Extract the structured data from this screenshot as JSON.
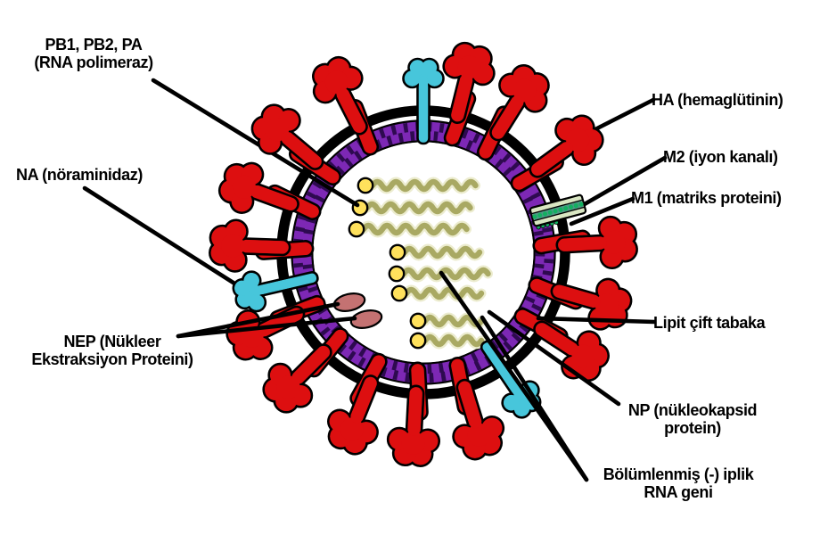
{
  "diagram": {
    "type": "labeled-diagram",
    "labels": {
      "polymerase": [
        "PB1, PB2, PA",
        "(RNA polimeraz)"
      ],
      "na": [
        "NA (nöraminidaz)"
      ],
      "nep": [
        "NEP (Nükleer",
        "Ekstraksiyon Proteini)"
      ],
      "ha": [
        "HA (hemaglütinin)"
      ],
      "m2": [
        "M2 (iyon kanalı)"
      ],
      "m1": [
        "M1 (matriks proteini)"
      ],
      "lipid": [
        "Lipit çift tabaka"
      ],
      "np": [
        "NP (nükleokapsid",
        "protein)"
      ],
      "rna": [
        "Bölümlenmiş (-) iplik",
        "RNA geni"
      ]
    },
    "colors": {
      "background": "#FFFFFF",
      "line_black": "#000000",
      "membrane_black": "#000000",
      "matrix_purple": "#7D28B5",
      "matrix_dark": "#2E0A50",
      "spike_red": "#DD0F10",
      "spike_cyan": "#47C6DB",
      "rna_olive": "#A9A963",
      "rna_halo": "#ECECCF",
      "polymerase_yellow": "#FFE15C",
      "nep_pink": "#C47272",
      "m2_cream": "#D9E6C3",
      "m2_band": "#4E9884",
      "m2_bead": "#12B060"
    },
    "counts": {
      "ha_spikes": 15,
      "na_spikes": 3,
      "rna_segments": 8,
      "polymerase_dots": 8,
      "nep_ovals": 2
    }
  }
}
